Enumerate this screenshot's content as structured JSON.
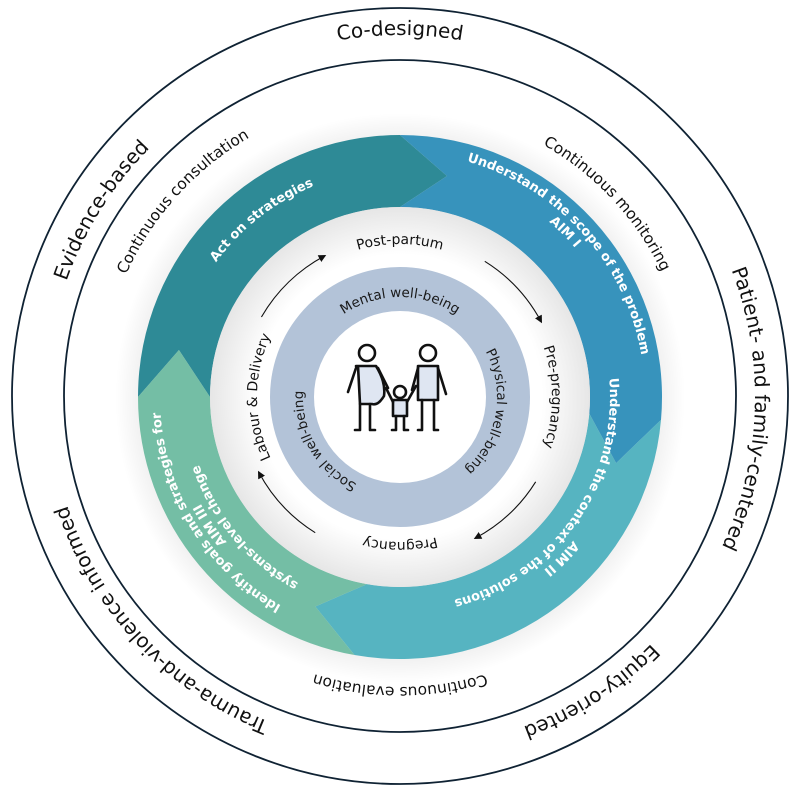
{
  "diagram": {
    "outer_principles": [
      {
        "id": "co-designed",
        "label": "Co-designed"
      },
      {
        "id": "patient-family-centered",
        "label": "Patient- and family-centered"
      },
      {
        "id": "equity-oriented",
        "label": "Equity-oriented"
      },
      {
        "id": "trauma-violence-informed",
        "label": "Trauma-and-violence informed"
      },
      {
        "id": "evidence-based",
        "label": "Evidence-based"
      }
    ],
    "continuous_processes": [
      {
        "id": "continuous-consultation",
        "label": "Continuous consultation"
      },
      {
        "id": "continuous-monitoring",
        "label": "Continuous monitoring"
      },
      {
        "id": "continuous-evaluation",
        "label": "Continuous evaluation"
      }
    ],
    "aims": [
      {
        "id": "act-on-strategies",
        "lines": [
          "Act on strategies"
        ],
        "color": "#2E8A96"
      },
      {
        "id": "aim-1",
        "lines": [
          "Understand the scope of the problem",
          "AIM I"
        ],
        "color": "#3793BC"
      },
      {
        "id": "aim-2",
        "lines": [
          "Understand the context of the solutions",
          "AIM II"
        ],
        "color": "#56B4C1"
      },
      {
        "id": "aim-3",
        "lines": [
          "Identify goals and strategies for",
          "AIM III",
          "systems-level change"
        ],
        "color": "#74BEA5"
      }
    ],
    "life_stages": [
      {
        "id": "post-partum",
        "label": "Post-partum"
      },
      {
        "id": "pre-pregnancy",
        "label": "Pre-pregnancy"
      },
      {
        "id": "pregnancy",
        "label": "Pregnancy"
      },
      {
        "id": "labour-delivery",
        "label": "Labour & Delivery"
      }
    ],
    "wellbeing_domains": [
      {
        "id": "mental",
        "label": "Mental well-being"
      },
      {
        "id": "physical",
        "label": "Physical well-being"
      },
      {
        "id": "social",
        "label": "Social well-being"
      }
    ],
    "center_icon": "family-icon",
    "colors": {
      "line": "#0f2233",
      "wellbeing_ring": "#B3C3D8",
      "figure_fill": "#dfe6f2"
    }
  }
}
